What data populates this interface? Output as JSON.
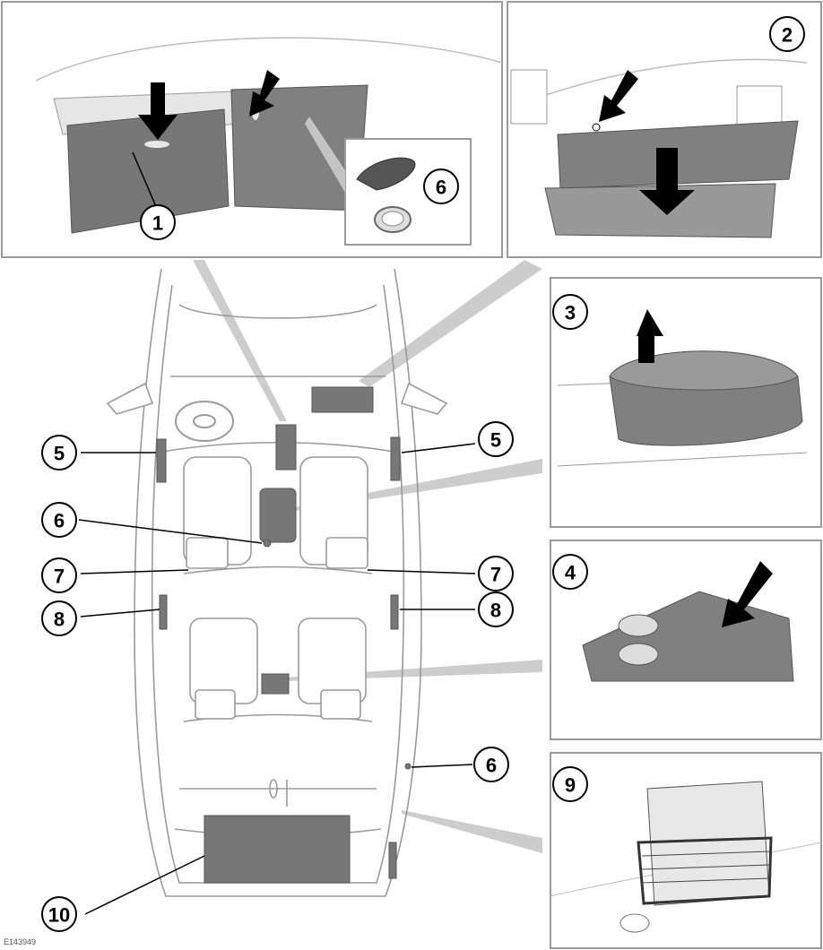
{
  "figure_id": "E143949",
  "callouts": {
    "glovebox_top_1": "1",
    "cupholder_top_6": "6",
    "glovebox_2": "2",
    "armrest_3": "3",
    "rear_armrest_4": "4",
    "door_left_5": "5",
    "door_right_5": "5",
    "power_socket_front_6": "6",
    "seat_left_7": "7",
    "seat_right_7": "7",
    "rear_door_left_8": "8",
    "rear_door_right_8": "8",
    "power_socket_rear_6": "6",
    "luggage_net_9": "9",
    "boot_10": "10"
  },
  "colors": {
    "line": "#9a9a9a",
    "compartment": "#777777",
    "callout_stroke": "#000000",
    "leader": "#b0b0b0"
  }
}
